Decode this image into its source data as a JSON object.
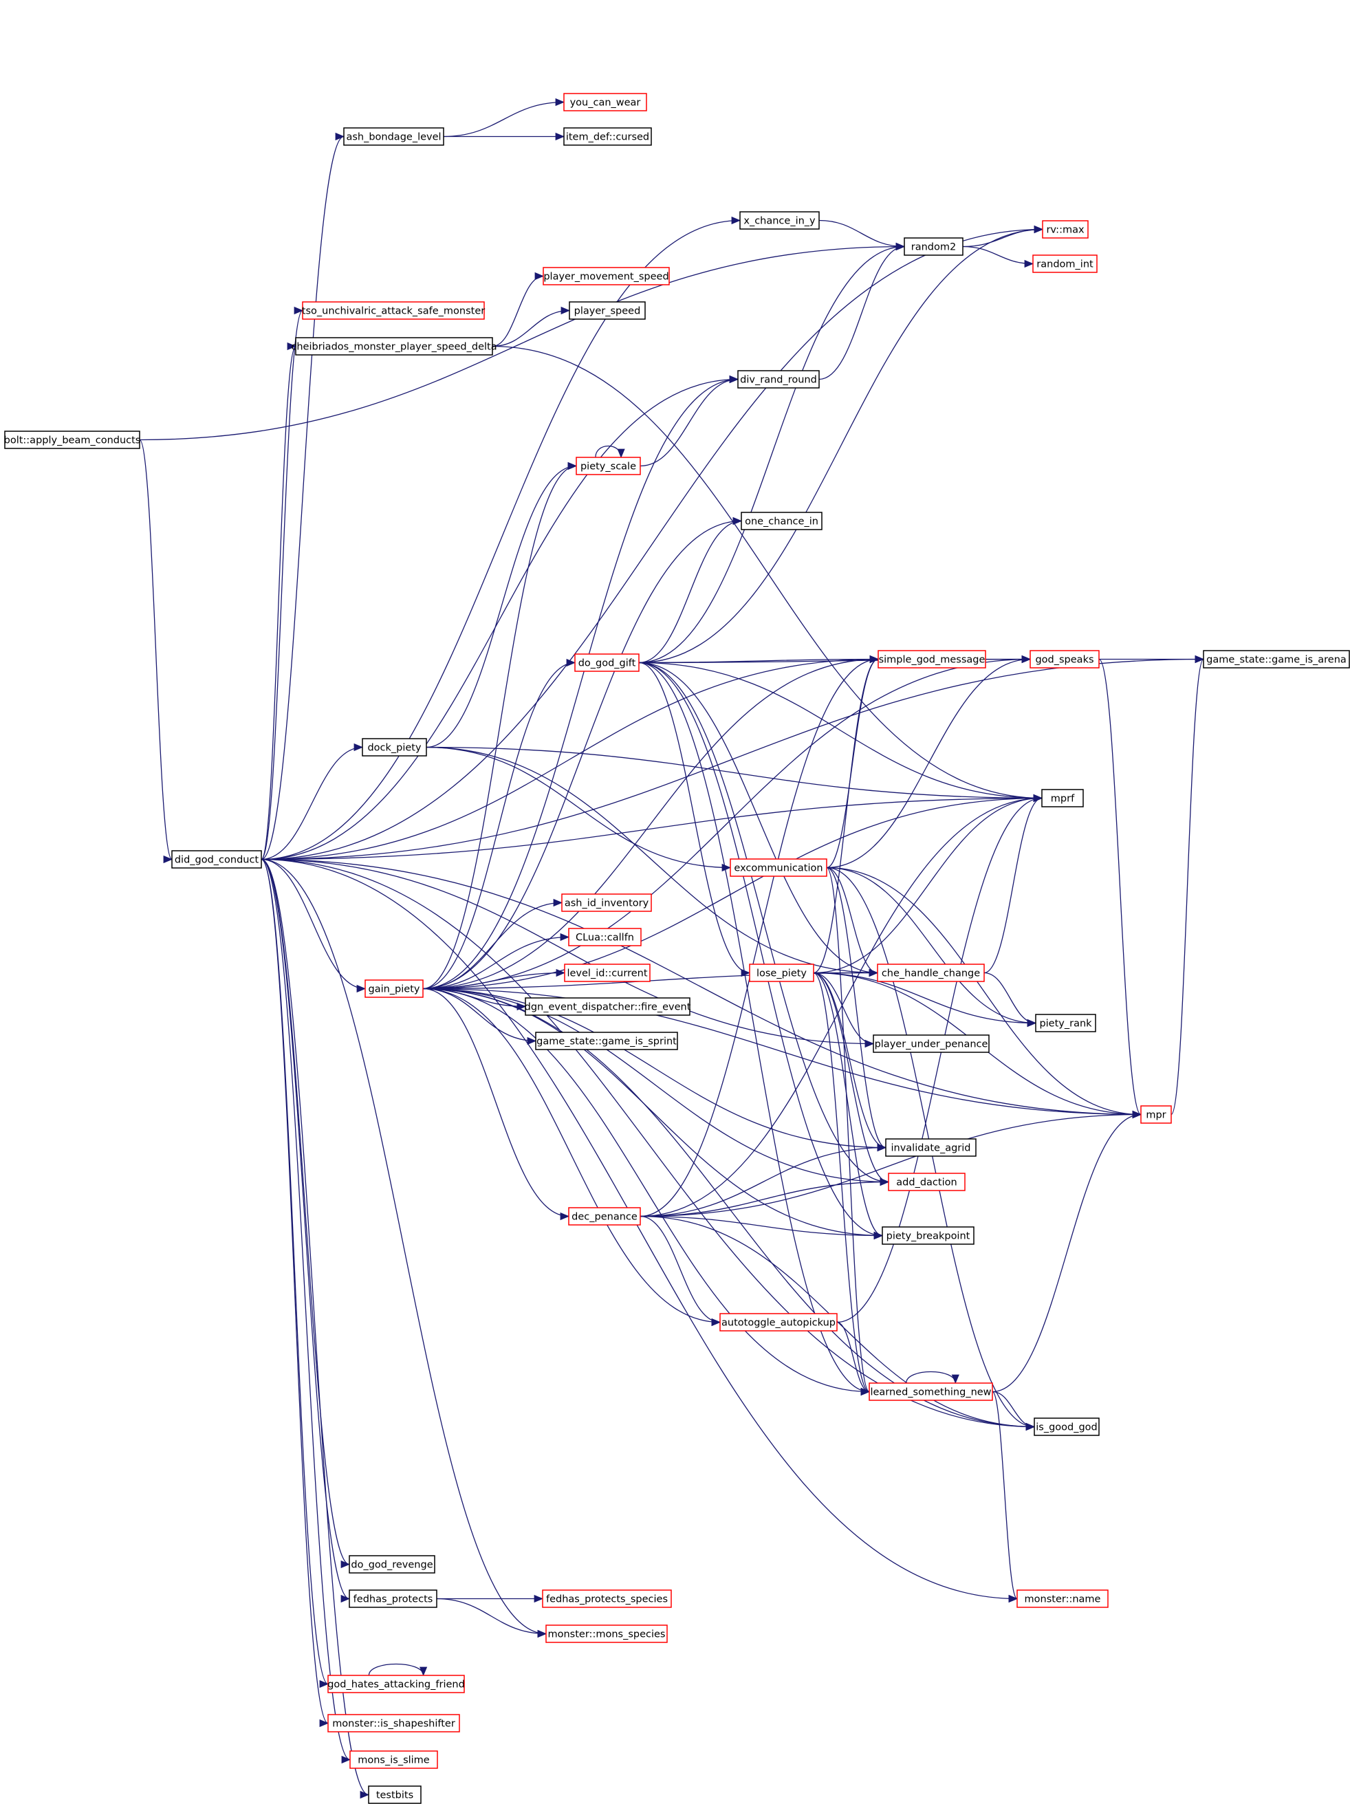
{
  "colors": {
    "edge": "#191970",
    "border_normal": "#000000",
    "border_truncated": "#ff0000",
    "root_fill": "#bfbfbf",
    "background": "#ffffff"
  },
  "nodes": [
    {
      "id": "bolt_apply",
      "label": "bolt::apply_beam_conducts",
      "style": "root"
    },
    {
      "id": "did_god_conduct",
      "label": "did_god_conduct",
      "style": "normal"
    },
    {
      "id": "ash_bondage_level",
      "label": "ash_bondage_level",
      "style": "normal"
    },
    {
      "id": "you_can_wear",
      "label": "you_can_wear",
      "style": "truncated"
    },
    {
      "id": "item_def_cursed",
      "label": "item_def::cursed",
      "style": "normal"
    },
    {
      "id": "x_chance_in_y",
      "label": "x_chance_in_y",
      "style": "normal"
    },
    {
      "id": "random2",
      "label": "random2",
      "style": "normal"
    },
    {
      "id": "rv_max",
      "label": "rv::max",
      "style": "truncated"
    },
    {
      "id": "random_int",
      "label": "random_int",
      "style": "truncated"
    },
    {
      "id": "tso_unchivalric",
      "label": "tso_unchivalric_attack_safe_monster",
      "style": "truncated"
    },
    {
      "id": "player_movement_speed",
      "label": "player_movement_speed",
      "style": "truncated"
    },
    {
      "id": "player_speed",
      "label": "player_speed",
      "style": "normal"
    },
    {
      "id": "cheibriados",
      "label": "cheibriados_monster_player_speed_delta",
      "style": "normal"
    },
    {
      "id": "div_rand_round",
      "label": "div_rand_round",
      "style": "normal"
    },
    {
      "id": "piety_scale",
      "label": "piety_scale",
      "style": "truncated"
    },
    {
      "id": "one_chance_in",
      "label": "one_chance_in",
      "style": "normal"
    },
    {
      "id": "simple_god_message",
      "label": "simple_god_message",
      "style": "truncated"
    },
    {
      "id": "god_speaks",
      "label": "god_speaks",
      "style": "truncated"
    },
    {
      "id": "game_is_arena",
      "label": "game_state::game_is_arena",
      "style": "normal"
    },
    {
      "id": "do_god_gift",
      "label": "do_god_gift",
      "style": "truncated"
    },
    {
      "id": "dock_piety",
      "label": "dock_piety",
      "style": "normal"
    },
    {
      "id": "mprf",
      "label": "mprf",
      "style": "normal"
    },
    {
      "id": "excommunication",
      "label": "excommunication",
      "style": "truncated"
    },
    {
      "id": "ash_id_inventory",
      "label": "ash_id_inventory",
      "style": "truncated"
    },
    {
      "id": "clua_callfn",
      "label": "CLua::callfn",
      "style": "truncated"
    },
    {
      "id": "level_id_current",
      "label": "level_id::current",
      "style": "truncated"
    },
    {
      "id": "fire_event",
      "label": "dgn_event_dispatcher::fire_event",
      "style": "normal"
    },
    {
      "id": "game_is_sprint",
      "label": "game_state::game_is_sprint",
      "style": "normal"
    },
    {
      "id": "gain_piety",
      "label": "gain_piety",
      "style": "truncated"
    },
    {
      "id": "lose_piety",
      "label": "lose_piety",
      "style": "truncated"
    },
    {
      "id": "che_handle_change",
      "label": "che_handle_change",
      "style": "truncated"
    },
    {
      "id": "piety_rank",
      "label": "piety_rank",
      "style": "normal"
    },
    {
      "id": "player_under_penance",
      "label": "player_under_penance",
      "style": "normal"
    },
    {
      "id": "mpr",
      "label": "mpr",
      "style": "truncated"
    },
    {
      "id": "invalidate_agrid",
      "label": "invalidate_agrid",
      "style": "normal"
    },
    {
      "id": "add_daction",
      "label": "add_daction",
      "style": "truncated"
    },
    {
      "id": "dec_penance",
      "label": "dec_penance",
      "style": "truncated"
    },
    {
      "id": "piety_breakpoint",
      "label": "piety_breakpoint",
      "style": "normal"
    },
    {
      "id": "autotoggle_autopickup",
      "label": "autotoggle_autopickup",
      "style": "truncated"
    },
    {
      "id": "learned_something_new",
      "label": "learned_something_new",
      "style": "truncated"
    },
    {
      "id": "is_good_god",
      "label": "is_good_god",
      "style": "normal"
    },
    {
      "id": "do_god_revenge",
      "label": "do_god_revenge",
      "style": "normal"
    },
    {
      "id": "fedhas_protects",
      "label": "fedhas_protects",
      "style": "normal"
    },
    {
      "id": "fedhas_protects_species",
      "label": "fedhas_protects_species",
      "style": "truncated"
    },
    {
      "id": "monster_name",
      "label": "monster::name",
      "style": "truncated"
    },
    {
      "id": "mons_species",
      "label": "monster::mons_species",
      "style": "truncated"
    },
    {
      "id": "god_hates_attacking_friend",
      "label": "god_hates_attacking_friend",
      "style": "truncated"
    },
    {
      "id": "is_shapeshifter",
      "label": "monster::is_shapeshifter",
      "style": "truncated"
    },
    {
      "id": "mons_is_slime",
      "label": "mons_is_slime",
      "style": "truncated"
    },
    {
      "id": "testbits",
      "label": "testbits",
      "style": "normal"
    }
  ],
  "edges": [
    [
      "bolt_apply",
      "did_god_conduct"
    ],
    [
      "bolt_apply",
      "random2"
    ],
    [
      "did_god_conduct",
      "ash_bondage_level"
    ],
    [
      "did_god_conduct",
      "x_chance_in_y"
    ],
    [
      "did_god_conduct",
      "rv_max"
    ],
    [
      "did_god_conduct",
      "game_is_arena"
    ],
    [
      "did_god_conduct",
      "div_rand_round"
    ],
    [
      "did_god_conduct",
      "tso_unchivalric"
    ],
    [
      "did_god_conduct",
      "cheibriados"
    ],
    [
      "did_god_conduct",
      "simple_god_message"
    ],
    [
      "did_god_conduct",
      "dock_piety"
    ],
    [
      "did_god_conduct",
      "gain_piety"
    ],
    [
      "did_god_conduct",
      "mprf"
    ],
    [
      "did_god_conduct",
      "player_under_penance"
    ],
    [
      "did_god_conduct",
      "is_good_god"
    ],
    [
      "did_god_conduct",
      "mpr"
    ],
    [
      "did_god_conduct",
      "do_god_revenge"
    ],
    [
      "did_god_conduct",
      "fedhas_protects"
    ],
    [
      "did_god_conduct",
      "monster_name"
    ],
    [
      "did_god_conduct",
      "mons_species"
    ],
    [
      "did_god_conduct",
      "god_hates_attacking_friend"
    ],
    [
      "did_god_conduct",
      "is_shapeshifter"
    ],
    [
      "did_god_conduct",
      "mons_is_slime"
    ],
    [
      "did_god_conduct",
      "testbits"
    ],
    [
      "ash_bondage_level",
      "you_can_wear"
    ],
    [
      "ash_bondage_level",
      "item_def_cursed"
    ],
    [
      "x_chance_in_y",
      "random2"
    ],
    [
      "random2",
      "rv_max"
    ],
    [
      "random2",
      "random_int"
    ],
    [
      "cheibriados",
      "player_movement_speed"
    ],
    [
      "cheibriados",
      "player_speed"
    ],
    [
      "cheibriados",
      "mprf"
    ],
    [
      "div_rand_round",
      "random2"
    ],
    [
      "piety_scale",
      "div_rand_round"
    ],
    [
      "piety_scale",
      "piety_scale"
    ],
    [
      "dock_piety",
      "piety_scale"
    ],
    [
      "dock_piety",
      "mprf"
    ],
    [
      "dock_piety",
      "excommunication"
    ],
    [
      "dock_piety",
      "che_handle_change"
    ],
    [
      "do_god_gift",
      "one_chance_in"
    ],
    [
      "do_god_gift",
      "random2"
    ],
    [
      "do_god_gift",
      "rv_max"
    ],
    [
      "do_god_gift",
      "simple_god_message"
    ],
    [
      "do_god_gift",
      "god_speaks"
    ],
    [
      "do_god_gift",
      "mprf"
    ],
    [
      "do_god_gift",
      "lose_piety"
    ],
    [
      "do_god_gift",
      "che_handle_change"
    ],
    [
      "do_god_gift",
      "piety_breakpoint"
    ],
    [
      "do_god_gift",
      "learned_something_new"
    ],
    [
      "do_god_gift",
      "add_daction"
    ],
    [
      "simple_god_message",
      "god_speaks"
    ],
    [
      "god_speaks",
      "game_is_arena"
    ],
    [
      "god_speaks",
      "mpr"
    ],
    [
      "excommunication",
      "simple_god_message"
    ],
    [
      "excommunication",
      "god_speaks"
    ],
    [
      "excommunication",
      "che_handle_change"
    ],
    [
      "excommunication",
      "piety_rank"
    ],
    [
      "excommunication",
      "mpr"
    ],
    [
      "excommunication",
      "is_good_god"
    ],
    [
      "excommunication",
      "learned_something_new"
    ],
    [
      "excommunication",
      "invalidate_agrid"
    ],
    [
      "gain_piety",
      "ash_id_inventory"
    ],
    [
      "gain_piety",
      "clua_callfn"
    ],
    [
      "gain_piety",
      "level_id_current"
    ],
    [
      "gain_piety",
      "fire_event"
    ],
    [
      "gain_piety",
      "game_is_sprint"
    ],
    [
      "gain_piety",
      "do_god_gift"
    ],
    [
      "gain_piety",
      "piety_scale"
    ],
    [
      "gain_piety",
      "one_chance_in"
    ],
    [
      "gain_piety",
      "simple_god_message"
    ],
    [
      "gain_piety",
      "god_speaks"
    ],
    [
      "gain_piety",
      "mprf"
    ],
    [
      "gain_piety",
      "che_handle_change"
    ],
    [
      "gain_piety",
      "invalidate_agrid"
    ],
    [
      "gain_piety",
      "add_daction"
    ],
    [
      "gain_piety",
      "dec_penance"
    ],
    [
      "gain_piety",
      "piety_breakpoint"
    ],
    [
      "gain_piety",
      "autotoggle_autopickup"
    ],
    [
      "gain_piety",
      "learned_something_new"
    ],
    [
      "gain_piety",
      "is_good_god"
    ],
    [
      "gain_piety",
      "mpr"
    ],
    [
      "gain_piety",
      "div_rand_round"
    ],
    [
      "lose_piety",
      "che_handle_change"
    ],
    [
      "lose_piety",
      "piety_rank"
    ],
    [
      "lose_piety",
      "player_under_penance"
    ],
    [
      "lose_piety",
      "mpr"
    ],
    [
      "lose_piety",
      "mprf"
    ],
    [
      "lose_piety",
      "simple_god_message"
    ],
    [
      "lose_piety",
      "invalidate_agrid"
    ],
    [
      "lose_piety",
      "add_daction"
    ],
    [
      "lose_piety",
      "piety_breakpoint"
    ],
    [
      "lose_piety",
      "learned_something_new"
    ],
    [
      "che_handle_change",
      "piety_rank"
    ],
    [
      "che_handle_change",
      "mprf"
    ],
    [
      "dec_penance",
      "invalidate_agrid"
    ],
    [
      "dec_penance",
      "add_daction"
    ],
    [
      "dec_penance",
      "piety_breakpoint"
    ],
    [
      "dec_penance",
      "autotoggle_autopickup"
    ],
    [
      "dec_penance",
      "simple_god_message"
    ],
    [
      "dec_penance",
      "is_good_god"
    ],
    [
      "dec_penance",
      "mpr"
    ],
    [
      "dec_penance",
      "mprf"
    ],
    [
      "autotoggle_autopickup",
      "mprf"
    ],
    [
      "autotoggle_autopickup",
      "learned_something_new"
    ],
    [
      "learned_something_new",
      "learned_something_new"
    ],
    [
      "learned_something_new",
      "mpr"
    ],
    [
      "learned_something_new",
      "is_good_god"
    ],
    [
      "learned_something_new",
      "monster_name"
    ],
    [
      "fedhas_protects",
      "fedhas_protects_species"
    ],
    [
      "fedhas_protects",
      "mons_species"
    ],
    [
      "god_hates_attacking_friend",
      "god_hates_attacking_friend"
    ],
    [
      "mpr",
      "game_is_arena"
    ]
  ]
}
